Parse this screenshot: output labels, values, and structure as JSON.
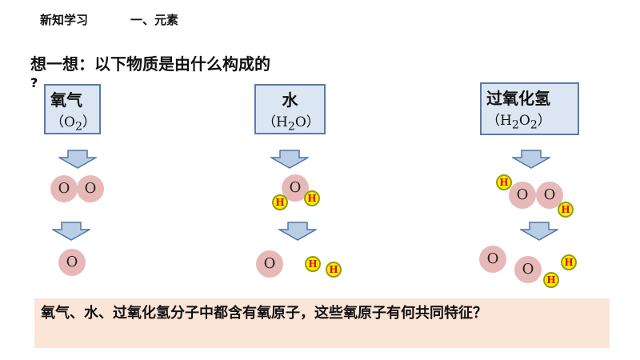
{
  "header": {
    "section": "新知学习",
    "topic": "一、元素"
  },
  "title": "想一想：以下物质是由什么构成的",
  "title_q": "?",
  "substances": [
    {
      "name": "氧气",
      "formula_pre": "（O",
      "sub1": "2",
      "formula_post": "）"
    },
    {
      "name": "水",
      "formula_pre": "（H",
      "sub1": "2",
      "mid": "O",
      "formula_post": "）"
    },
    {
      "name": "过氧化氢",
      "formula_pre": "（H",
      "sub1": "2",
      "mid": "O",
      "sub2": "2",
      "formula_post": "）"
    }
  ],
  "atoms": {
    "oxygen": "O",
    "hydrogen": "H"
  },
  "colors": {
    "box_fill": "#dce6f2",
    "box_border": "#5a7aa8",
    "oxygen": "#e6b9b8",
    "hydrogen": "#f2f200",
    "bottom_bg": "#fbe5d6"
  },
  "question": "氧气、水、过氧化氢分子中都含有氧原子，这些氧原子有何共同特征？"
}
